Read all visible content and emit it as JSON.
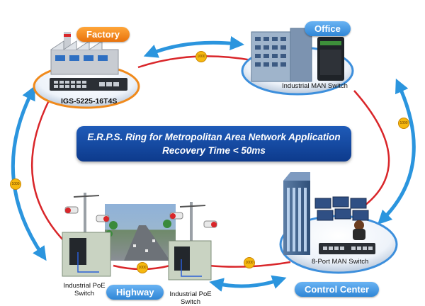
{
  "banner": {
    "line1": "E.R.P.S. Ring for Metropolitan Area Network Application",
    "line2": "Recovery Time < 50ms"
  },
  "sites": {
    "factory": {
      "badge": "Factory",
      "device": "IGS-5225-16T4S"
    },
    "office": {
      "badge": "Office",
      "device": "Industrial MAN Switch"
    },
    "control_center": {
      "badge": "Control Center",
      "device": "8-Port MAN Switch"
    },
    "highway": {
      "badge": "Highway",
      "device_left": "Industrial PoE Switch",
      "device_right": "Industrial PoE Switch"
    }
  },
  "links": {
    "speed_label": "1000"
  },
  "colors": {
    "ring": "#d9262a",
    "arrow": "#2b95de",
    "badge_orange": "#f08a1c",
    "badge_blue": "#3d8fdc",
    "banner": "#16489f"
  }
}
